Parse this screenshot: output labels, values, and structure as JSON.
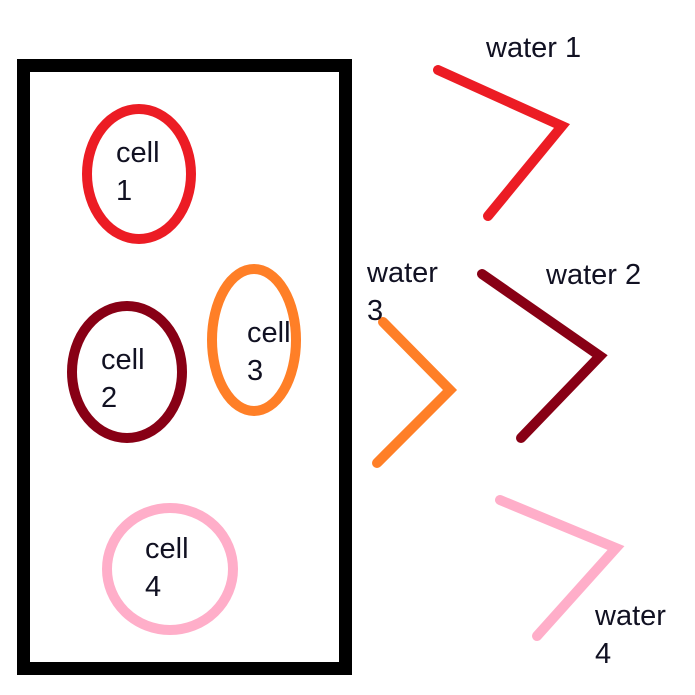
{
  "container": {
    "stroke": "#000000"
  },
  "cells": [
    {
      "id": "cell1",
      "label": "cell\n1",
      "color": "#ec1c24"
    },
    {
      "id": "cell2",
      "label": "cell\n2",
      "color": "#880015"
    },
    {
      "id": "cell3",
      "label": "cell\n3",
      "color": "#ff7f27"
    },
    {
      "id": "cell4",
      "label": "cell\n4",
      "color": "#ffaec9"
    }
  ],
  "waters": [
    {
      "id": "water1",
      "label": "water 1",
      "color": "#ec1c24"
    },
    {
      "id": "water2",
      "label": "water 2",
      "color": "#880015"
    },
    {
      "id": "water3",
      "label": "water\n3",
      "color": "#ff7f27"
    },
    {
      "id": "water4",
      "label": "water\n4",
      "color": "#ffaec9"
    }
  ]
}
